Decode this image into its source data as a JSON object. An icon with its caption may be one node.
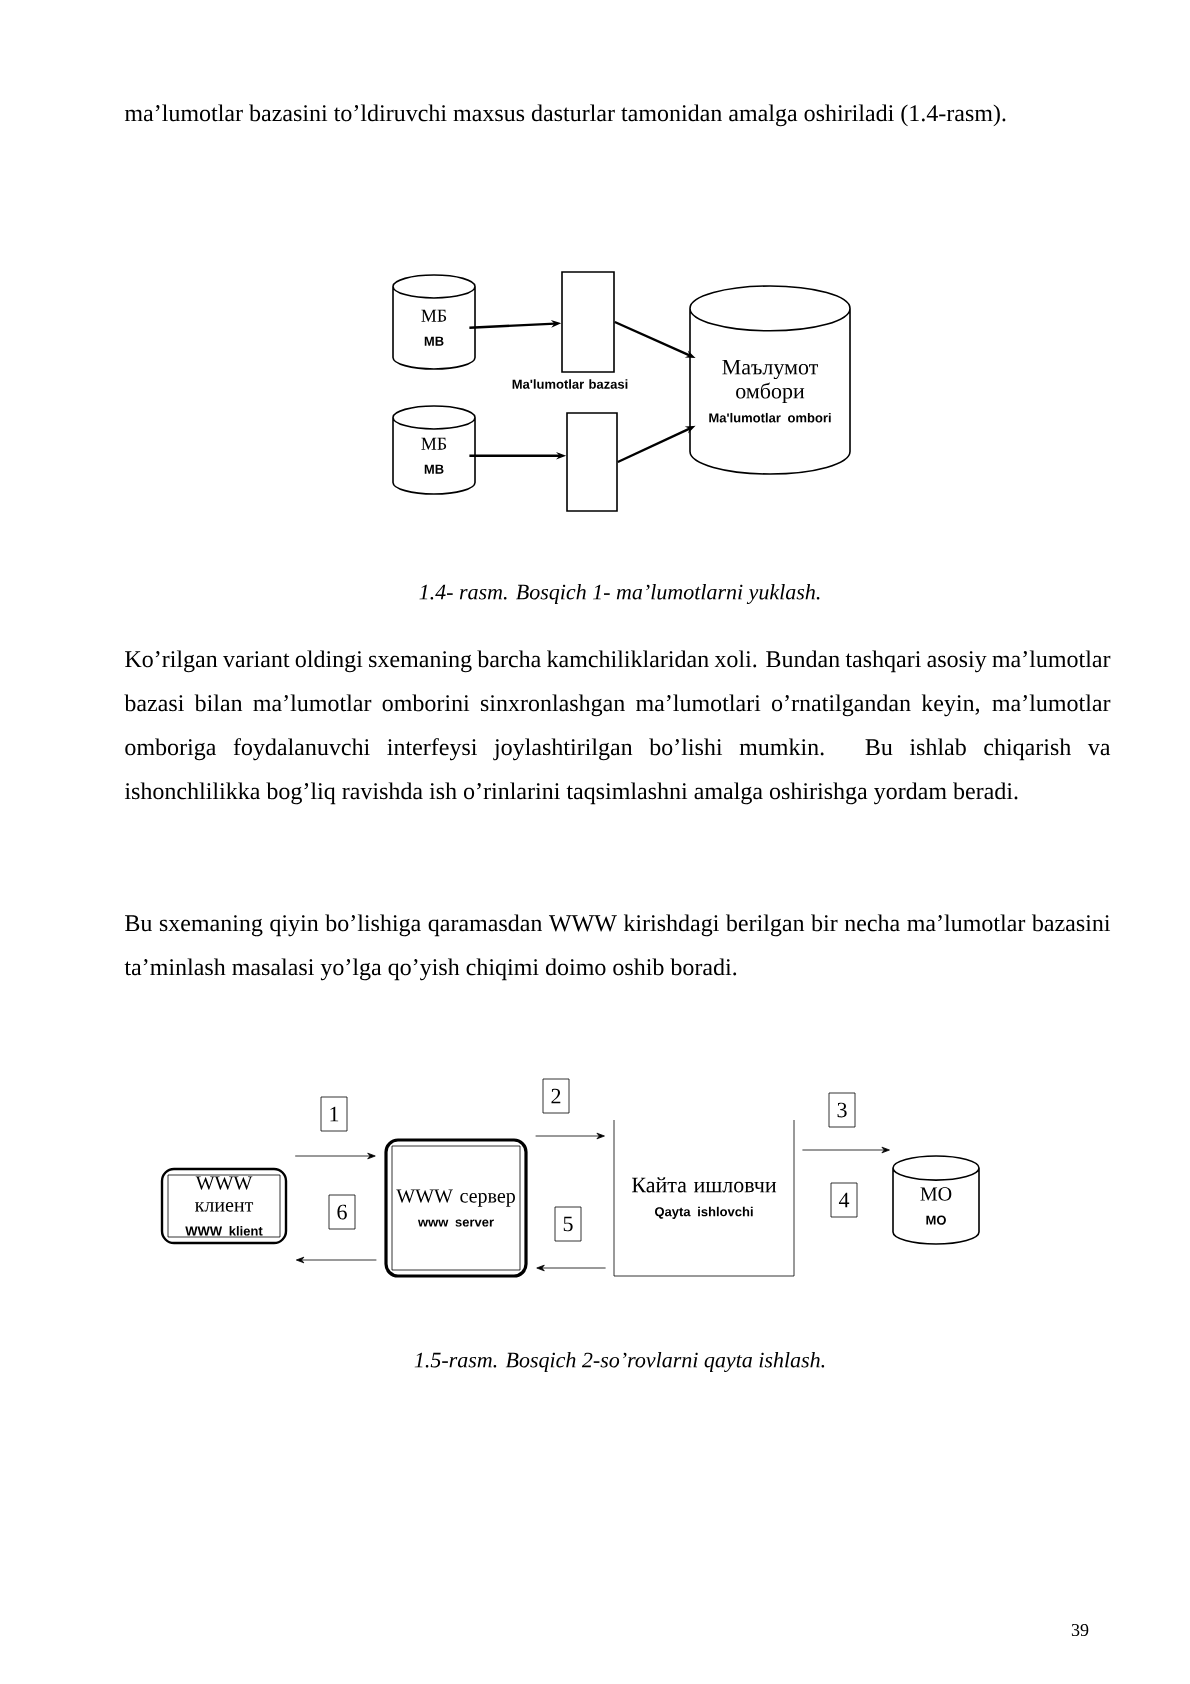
{
  "diagram": {
    "nodes": [
      {
        "text": [
          "МБ",
          "MB"
        ]
      },
      {
        "text": [
          "МБ",
          "MB"
        ]
      },
      {
        "text": [],
        "shape": "box"
      },
      {
        "text": [],
        "shape": "box"
      },
      {
        "text": [
          "Маълумот омбори",
          "Ma'lumotlar ombori"
        ]
      },
      {
        "text": [
          "WWW клиент",
          "WWW klient"
        ]
      },
      {
        "text": [
          "WWW сервер",
          "www server"
        ]
      },
      {
        "text": [
          "Кайта ишловчи",
          "Qayta ishlovchi"
        ]
      },
      {
        "text": [
          "МО",
          "MO"
        ]
      }
    ],
    "edges": [
      {
        "from": 0,
        "to": 2,
        "arrow": "to"
      },
      {
        "from": 1,
        "to": 3,
        "arrow": "to"
      },
      {
        "from": 2,
        "to": 4,
        "arrow": "to"
      },
      {
        "from": 3,
        "to": 4,
        "arrow": "to"
      },
      {
        "from": 5,
        "to": 6,
        "arrow": "to",
        "label": "1"
      },
      {
        "from": 6,
        "to": 5,
        "arrow": "to",
        "label": "6"
      },
      {
        "from": 6,
        "to": 7,
        "arrow": "to",
        "label": "2"
      },
      {
        "from": 7,
        "to": 6,
        "arrow": "to",
        "label": "5"
      },
      {
        "from": 7,
        "to": 8,
        "arrow": "to",
        "label": "3"
      }
    ],
    "labels": [
      "ma’lumotlar bazasini to’ldiruvchi maxsus dasturlar tamonidan amalga oshiriladi (1.4-rasm).",
      "Ma'lumotlar bazasi",
      "1.4- rasm. Bosqich 1- ma’lumotlarni yuklash.",
      "Ko’rilgan variant oldingi sxemaning barcha kamchiliklaridan xoli. Bundan tashqari asosiy ma’lumotlar bazasi bilan ma’lumotlar omborini sinxronlashgan ma’lumotlari o’rnatilgandan keyin, ma’lumotlar omboriga foydalanuvchi interfeysi joylashtirilgan bo’lishi mumkin. Bu ishlab chiqarish va ishonchlilikka bog’liq ravishda ish o’rinlarini taqsimlashni amalga oshirishga yordam beradi.",
      "Bu sxemaning qiyin bo’lishiga qaramasdan WWW kirishdagi berilgan bir necha ma’lumotlar bazasini ta’minlash masalasi yo’lga qo’yish chiqimi doimo oshib boradi.",
      "4",
      "1.5-rasm. Bosqich 2-so’rovlarni qayta ishlash.",
      "39"
    ]
  }
}
